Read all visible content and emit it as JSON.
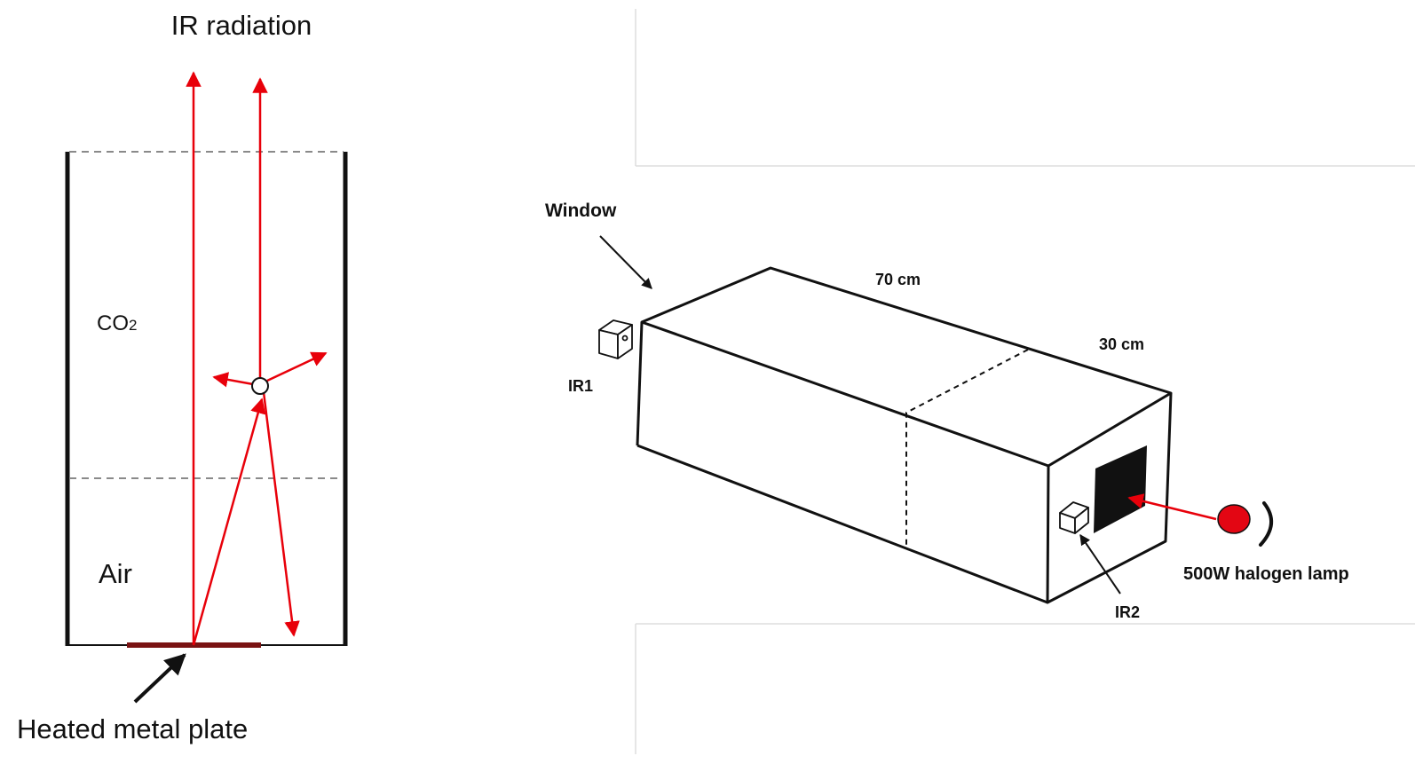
{
  "colors": {
    "radiation": "#e8000a",
    "plate": "#7a1313",
    "dashed_line": "#8a8a8a",
    "wall": "#111111",
    "target": "#111111",
    "lamp": "#e30613",
    "panel_border": "#dddddd"
  },
  "left_diagram": {
    "title": "IR radiation",
    "gas_upper_label": "CO",
    "gas_upper_subscript": "2",
    "gas_lower_label": "Air",
    "plate_label": "Heated metal plate"
  },
  "right_diagram": {
    "window_label": "Window",
    "length_label": "70 cm",
    "width_label": "30 cm",
    "sensor1_label": "IR1",
    "sensor2_label": "IR2",
    "lamp_label": "500W halogen lamp"
  }
}
